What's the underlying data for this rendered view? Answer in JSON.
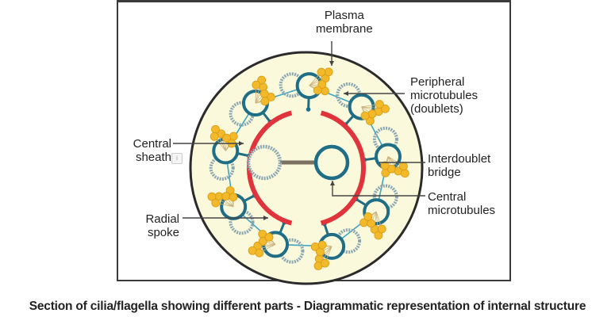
{
  "labels": {
    "plasma_membrane": [
      "Plasma",
      "membrane"
    ],
    "peripheral_microtubules": [
      "Peripheral",
      "microtubules",
      "(doublets)"
    ],
    "central_sheath": [
      "Central",
      "sheath"
    ],
    "interdoublet_bridge": [
      "Interdoublet",
      "bridge"
    ],
    "central_microtubules": [
      "Central",
      "microtubules"
    ],
    "radial_spoke": [
      "Radial",
      "spoke"
    ]
  },
  "caption": "Section of cilia/flagella showing different parts - Diagrammatic representation of internal structure",
  "structure": {
    "peripheral_doublet_count": 9,
    "central_microtubule_count": 2
  },
  "colors": {
    "cytoplasm": "#fbf9dc",
    "membrane": "#2b2b2b",
    "microtubule_a": "#1f6e86",
    "microtubule_b": "#8aa6b2",
    "dynein_arm": "#f2b92b",
    "central_sheath": "#e0333b",
    "bridge": "#3aa6c4",
    "central_bridge": "#7a7060",
    "leader": "#444444"
  }
}
